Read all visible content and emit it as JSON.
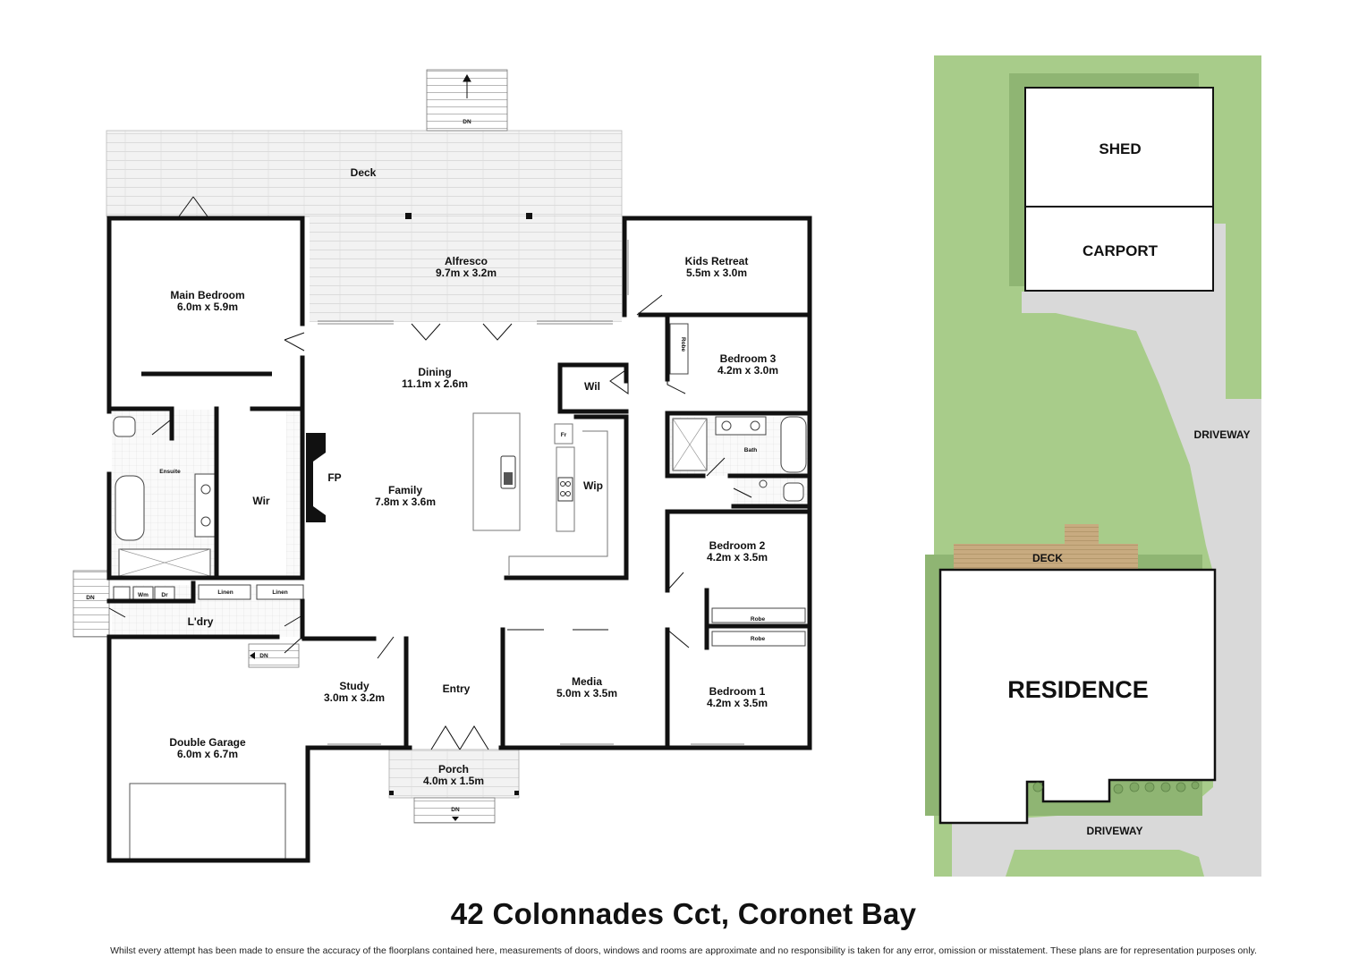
{
  "floorplan": {
    "rooms": {
      "deck": {
        "name": "Deck"
      },
      "alfresco": {
        "name": "Alfresco",
        "size": "9.7m x 3.2m"
      },
      "kids_retreat": {
        "name": "Kids Retreat",
        "size": "5.5m x 3.0m"
      },
      "main_bedroom": {
        "name": "Main Bedroom",
        "size": "6.0m x 5.9m"
      },
      "dining": {
        "name": "Dining",
        "size": "11.1m x 2.6m"
      },
      "wil": {
        "name": "Wil"
      },
      "bedroom3": {
        "name": "Bedroom 3",
        "size": "4.2m x 3.0m"
      },
      "robe_b3": {
        "name": "Robe"
      },
      "ensuite": {
        "name": "Ensuite"
      },
      "wir": {
        "name": "Wir"
      },
      "fp": {
        "name": "FP"
      },
      "family": {
        "name": "Family",
        "size": "7.8m x 3.6m"
      },
      "fr": {
        "name": "Fr"
      },
      "wip": {
        "name": "Wip"
      },
      "bath": {
        "name": "Bath"
      },
      "bedroom2": {
        "name": "Bedroom 2",
        "size": "4.2m x 3.5m"
      },
      "robe_b2": {
        "name": "Robe"
      },
      "robe_b1": {
        "name": "Robe"
      },
      "wm": {
        "name": "Wm"
      },
      "dr": {
        "name": "Dr"
      },
      "linen1": {
        "name": "Linen"
      },
      "linen2": {
        "name": "Linen"
      },
      "laundry": {
        "name": "L'dry"
      },
      "study": {
        "name": "Study",
        "size": "3.0m x 3.2m"
      },
      "entry": {
        "name": "Entry"
      },
      "media": {
        "name": "Media",
        "size": "5.0m x 3.5m"
      },
      "bedroom1": {
        "name": "Bedroom 1",
        "size": "4.2m x 3.5m"
      },
      "garage": {
        "name": "Double Garage",
        "size": "6.0m x 6.7m"
      },
      "porch": {
        "name": "Porch",
        "size": "4.0m x 1.5m"
      }
    },
    "stairs": {
      "deck_stairs": "DN",
      "laundry_stairs": "DN",
      "garage_stairs": "DN",
      "porch_stairs": "DN"
    }
  },
  "site_plan": {
    "shed": "SHED",
    "carport": "CARPORT",
    "driveway_side": "DRIVEWAY",
    "deck": "DECK",
    "residence": "RESIDENCE",
    "driveway_front": "DRIVEWAY"
  },
  "colors": {
    "wall": "#111111",
    "deck_fill": "#f1f1f1",
    "lawn": "#a8cc8a",
    "driveway": "#d9d9d9",
    "timber_deck": "#c2a77e"
  },
  "title": "42 Colonnades Cct, Coronet Bay",
  "disclaimer": "Whilst every attempt has been made to ensure the accuracy of the floorplans contained here, measurements of doors, windows and rooms are approximate and no responsibility is taken for any error, omission or misstatement. These plans are for representation purposes only."
}
